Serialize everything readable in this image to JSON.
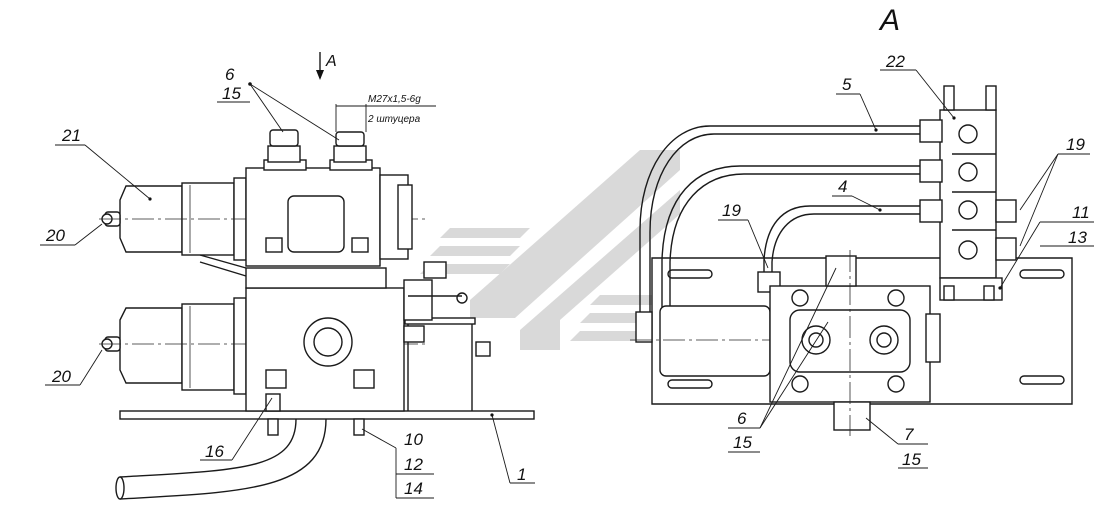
{
  "view_title": "A",
  "section_arrow_label": "A",
  "thread_note": "M27x1,5-6g",
  "thread_count_note": "2 штуцера",
  "callouts": {
    "c6_left": "6",
    "c15_left": "15",
    "c21": "21",
    "c20_top": "20",
    "c20_bottom": "20",
    "c16": "16",
    "c10": "10",
    "c12": "12",
    "c14": "14",
    "c1": "1",
    "c22": "22",
    "c5": "5",
    "c4": "4",
    "c19_left": "19",
    "c19_right": "19",
    "c11": "11",
    "c13": "13",
    "c6_right": "6",
    "c15_right": "15",
    "c7": "7",
    "c15_bottom_right": "15"
  }
}
